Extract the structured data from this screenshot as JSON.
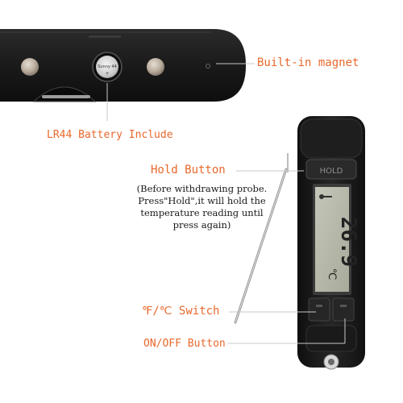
{
  "callouts": {
    "magnet": "Built-in magnet",
    "battery": "LR44 Battery Include",
    "hold": "Hold Button",
    "switch": "℉/℃ Switch",
    "power": "ON/OFF Button"
  },
  "hold_note": [
    "(Before withdrawing probe.",
    "Press\"Hold\",it will hold the",
    "temperature reading until",
    "press again)"
  ],
  "device": {
    "hold_key": "HOLD",
    "display_reading": "26.9",
    "display_unit": "℃",
    "battery_label": "Sunny 44"
  },
  "colors": {
    "accent": "#e8682c",
    "body": "#1c1c1c",
    "lcd": "#b9bcae"
  }
}
